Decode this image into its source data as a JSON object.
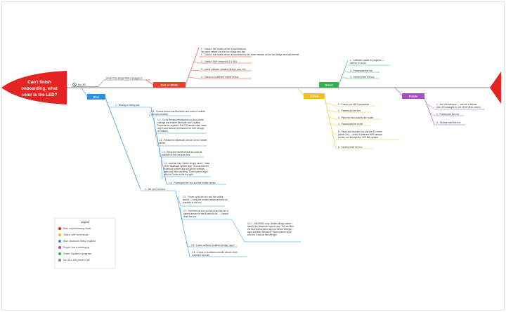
{
  "head": {
    "line1": "Can't finish",
    "line2": "onboarding, what",
    "line3": "color is the LED?",
    "color": "#e42323"
  },
  "spine_color": "#5a5a5a",
  "tail_color": "#e42323",
  "branches": {
    "no_led": {
      "label": "No LED",
      "icon": "no-led-icon",
      "color": "#555555",
      "item": "Check if the bridge itself is plugged in"
    },
    "red_white": {
      "label": "Red or White",
      "color": "#e8412a",
      "items": [
        "1 - Check if the mobile device is connected to the same network as the hue bridge and has internet",
        "2 - Check if WiFi network is 2.4 GHz",
        "3 - Latest software installed (bridge, app, etc)",
        "4 - Check on a different mobile device"
      ]
    },
    "green": {
      "label": "Green",
      "color": "#2fb24c",
      "items": [
        "1 - Software update in progress — wait up to 1hour",
        "2 - Powercycle the box",
        "3 - Factory reset the box"
      ]
    },
    "yellow": {
      "label": "Yellow",
      "color": "#f2c019",
      "items": [
        "1 - Check your WiFi connection",
        "2 - Powercycle the box",
        "3 - Place the box close to the router",
        "4 - Powercycle the router",
        "5 - Place and bind the box and the 5G router (within 2m) — select a different WiFi network (router) not through the LED Box system",
        "6 - Factory reset the box"
      ]
    },
    "purple": {
      "label": "Purple",
      "color": "#a44fc4",
      "items": [
        "1 - Box is booting up — wait for a minute (the LED changes to one of the other colors)",
        "2 - Powercycle the box",
        "3 - Factory reset the box"
      ]
    },
    "blue": {
      "label": "Blue",
      "color": "#2d8fe0",
      "sub1": {
        "label": "1 - Missing or failing pair",
        "items": [
          "1.1 - Protect device has Bluetooth and motion, location services enabled",
          "1.2 - Go to the app permissions on your phone settings and ensure Bluetooth and Location Services are enabled. For iOS devices also make sure Local Network permission for the Hue app is enabled",
          "1.3 - Restart the Bluetooth service on the mobile device",
          "1.4 - Bring the mobile device as close as possible to the hue sync box",
          "1.5 - Android only: Delete all app cache + data of the Bluetooth system app. You can find the Bluetooth system app via device settings → apps and then selecting \"Show system apps\" with the 3 dots at the top right",
          "1.6 - Powercycle the box and the mobile device"
        ]
      },
      "sub2": {
        "label": "2 - We can't connect",
        "items": [
          "2.1 - Power cycle the box and the mobile device — bring the mobile device as close as possible to the box",
          "2.2 - Remove the box (un-link) from the list of paired devices in the Bluetooth list → Factory reset the box",
          "2.2.1 - ANDROID only: Delete all app cache + data of the Bluetooth system app. You can find the Bluetooth system app via device settings → apps and then selecting \"Show system apps\" with the 3 dots at the top right",
          "2.3 - Latest software installed (bridge, app)?",
          "2.4 - Check on a different mobile device of the customer account"
        ]
      }
    }
  },
  "legend": {
    "title": "Legend",
    "items": [
      {
        "color": "#e42323",
        "text": "Red: unprovisioning mode"
      },
      {
        "color": "#f2c019",
        "text": "Yellow: WiFi error mode"
      },
      {
        "color": "#2d8fe0",
        "text": "Blue: Bluetooth Setup required"
      },
      {
        "color": "#a44fc4",
        "text": "Purple: box is booting up"
      },
      {
        "color": "#2fb24c",
        "text": "Green: Update in progress"
      },
      {
        "color": "#8a8a8a",
        "text": "No LED: box power is off"
      }
    ]
  }
}
